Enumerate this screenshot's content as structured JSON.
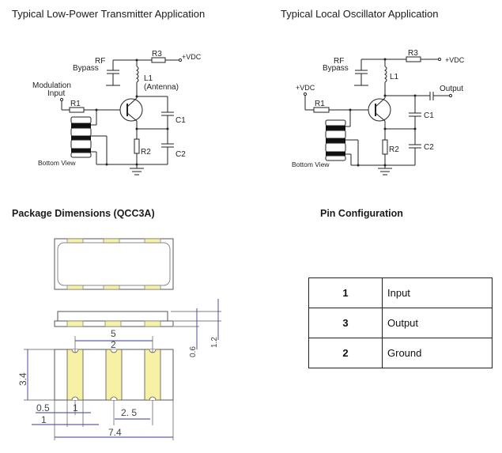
{
  "sections": {
    "transmitter": {
      "title": "Typical Low-Power Transmitter Application",
      "labels": {
        "rf_bypass_1": "RF",
        "rf_bypass_2": "Bypass",
        "r3": "R3",
        "vdc": "+VDC",
        "l1": "L1",
        "l1_note": "(Antenna)",
        "modulation_1": "Modulation",
        "modulation_2": "Input",
        "r1": "R1",
        "c1": "C1",
        "c2": "C2",
        "r2": "R2",
        "bottom_view": "Bottom View"
      }
    },
    "oscillator": {
      "title": "Typical Local Oscillator Application",
      "labels": {
        "rf_bypass_1": "RF",
        "rf_bypass_2": "Bypass",
        "r3": "R3",
        "vdc": "+VDC",
        "l1": "L1",
        "vdc_input": "+VDC",
        "r1": "R1",
        "output": "Output",
        "c1": "C1",
        "c2": "C2",
        "r2": "R2",
        "bottom_view": "Bottom View"
      }
    },
    "package": {
      "title": "Package Dimensions (QCC3A)",
      "dimensions": {
        "pitch_total": "5",
        "pin_center_label": "2",
        "height_body": "3.4",
        "thickness_a": "0.6",
        "thickness_b": "1.2",
        "pin_label_1": "1",
        "offset_a": "0.5",
        "offset_b": "1",
        "pin_spacing": "2. 5",
        "total_length": "7.4"
      },
      "colors": {
        "pad": "#f7f1a6",
        "dimension_line": "#3a3a9a",
        "outline": "#555555"
      }
    },
    "pins": {
      "title": "Pin Configuration",
      "rows": [
        {
          "pin": "1",
          "function": "Input"
        },
        {
          "pin": "3",
          "function": "Output"
        },
        {
          "pin": "2",
          "function": "Ground"
        }
      ]
    }
  }
}
